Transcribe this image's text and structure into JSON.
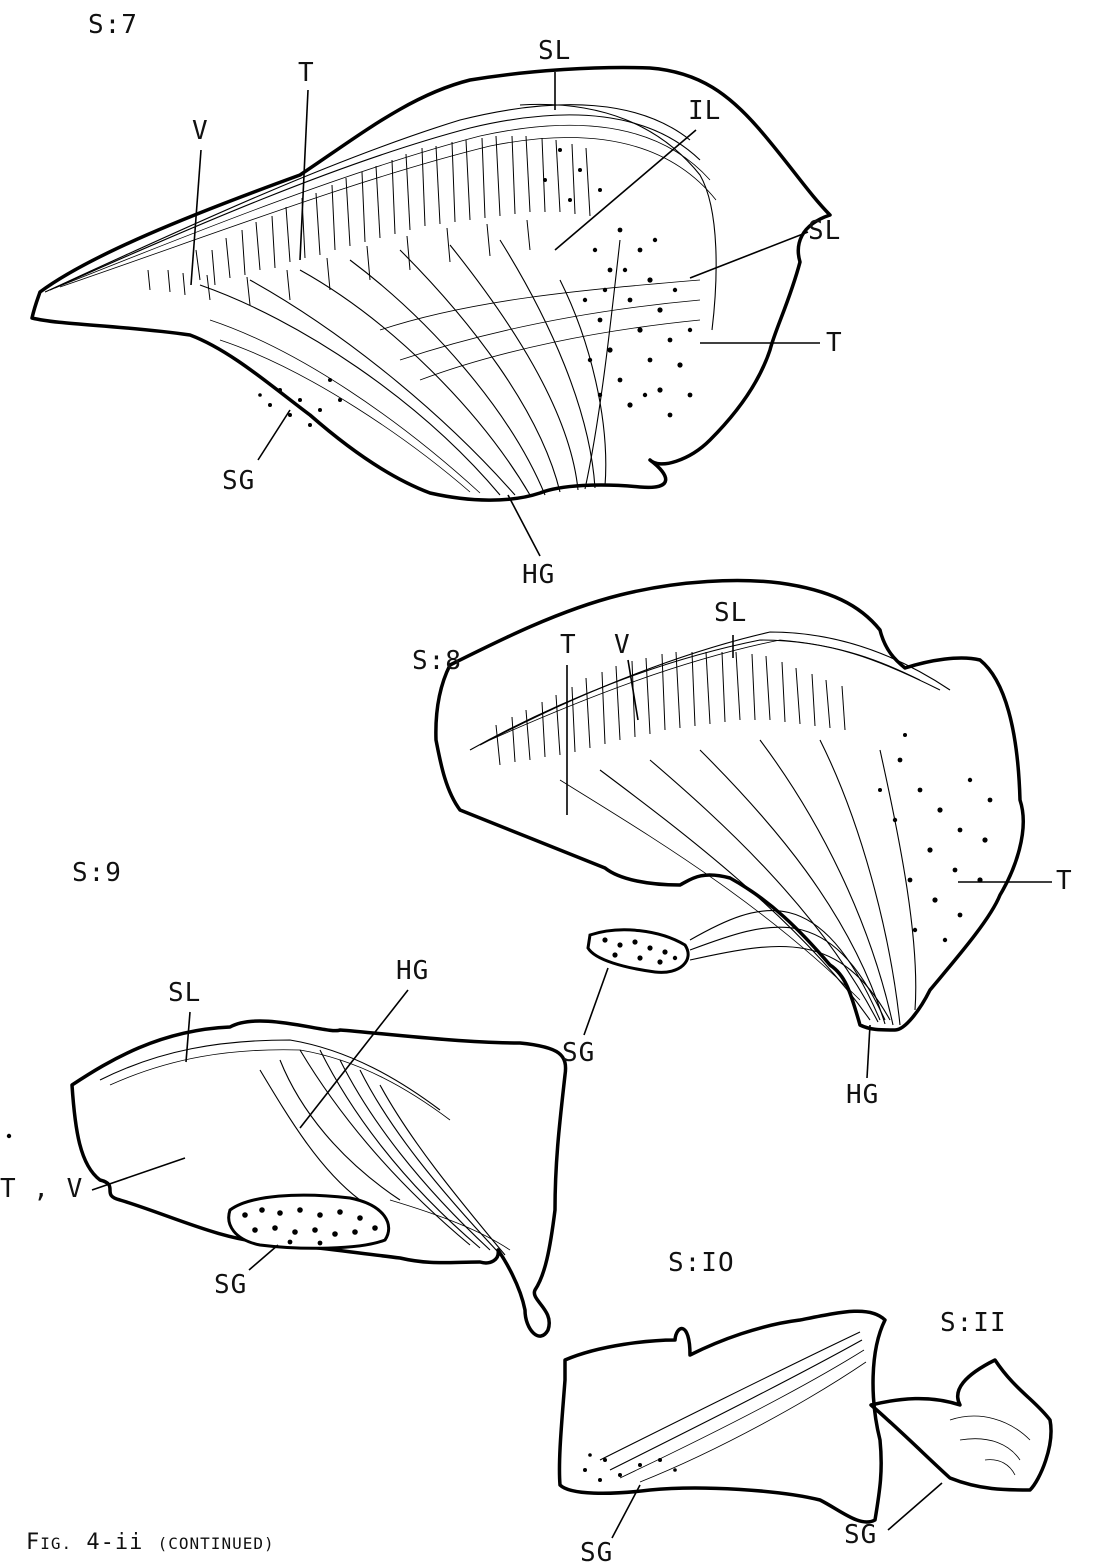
{
  "sections": [
    {
      "id": "S:7",
      "title": "S:7",
      "labels": [
        "V",
        "T",
        "SL",
        "IL",
        "SL",
        "T",
        "SG",
        "HG"
      ]
    },
    {
      "id": "S:8",
      "title": "S:8",
      "labels": [
        "T",
        "V",
        "SL",
        "T",
        "SG",
        "HG"
      ]
    },
    {
      "id": "S:9",
      "title": "S:9",
      "labels": [
        "SL",
        "HG",
        "T , V",
        "SG"
      ]
    },
    {
      "id": "S:10",
      "title": "S:IO",
      "labels": [
        "SG"
      ]
    },
    {
      "id": "S:11",
      "title": "S:II",
      "labels": [
        "SG"
      ]
    }
  ],
  "caption": {
    "prefix": "F",
    "prefix_small": "IG.",
    "number": "4-ii",
    "suffix": "(CONTINUED)"
  }
}
